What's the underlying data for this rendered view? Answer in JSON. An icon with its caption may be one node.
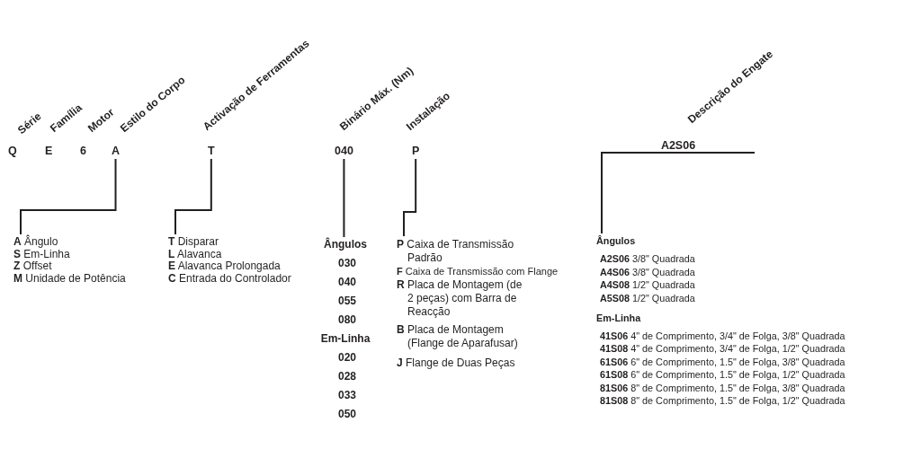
{
  "diagram": {
    "nodes": [
      {
        "text": [
          "A"
        ]
      },
      {
        "text": [
          "**A** Ângulo",
          "**S** Em-Linha",
          "**Z** Offset",
          "**M** Unidade de Potência"
        ]
      },
      {
        "text": [
          "T"
        ]
      },
      {
        "text": [
          "**T** Disparar",
          "**L** Alavanca",
          "**E** Alavanca Prolongada",
          "**C** Entrada do Controlador"
        ]
      },
      {
        "text": [
          "040"
        ]
      },
      {
        "text": [
          "Ângulos",
          "030",
          "040",
          "055",
          "080",
          "Em-Linha",
          "020",
          "028",
          "033",
          "050"
        ]
      },
      {
        "text": [
          "P"
        ]
      },
      {
        "text": [
          "**P** Caixa de Transmissão Padrão",
          "**F** Caixa de Transmissão com Flange",
          "**R** Placa de Montagem (de 2 peças) com Barra de Reacção",
          "**B** Placa de Montagem (Flange de Aparafusar)",
          "**J** Flange de Duas Peças"
        ]
      },
      {
        "text": [
          "A2S06"
        ]
      },
      {
        "text": [
          "Ângulos",
          "**A2S06** 3/8\" Quadrada",
          "**A4S06** 3/8\" Quadrada",
          "**A4S08** 1/2\" Quadrada",
          "**A5S08** 1/2\" Quadrada",
          "Em-Linha",
          "**41S06** 4\" de Comprimento, 3/4\" de Folga, 3/8\" Quadrada",
          "**41S08** 4\" de Comprimento, 3/4\" de Folga, 1/2\" Quadrada",
          "**61S06** 6\" de Comprimento, 1.5\" de Folga, 3/8\" Quadrada",
          "**61S08** 6\" de Comprimento, 1.5\" de Folga, 1/2\" Quadrada",
          "**81S06** 8\" de Comprimento, 1.5\" de Folga, 3/8\" Quadrada",
          "**81S08** 8\" de Comprimento, 1.5\" de Folga, 1/2\" Quadrada"
        ]
      }
    ],
    "edges": [
      {
        "from": 0,
        "to": 1,
        "arrow": "none"
      },
      {
        "from": 2,
        "to": 3,
        "arrow": "none"
      },
      {
        "from": 4,
        "to": 5,
        "arrow": "none"
      },
      {
        "from": 6,
        "to": 7,
        "arrow": "none"
      },
      {
        "from": 8,
        "to": 9,
        "arrow": "none"
      }
    ],
    "labels": [
      "Série",
      "Família",
      "Motor",
      "Estilo do Corpo",
      "Activação de Ferramentas",
      "Binário Máx. (Nm)",
      "Instalação",
      "Descrição do Engate",
      "Q",
      "E",
      "6"
    ]
  }
}
